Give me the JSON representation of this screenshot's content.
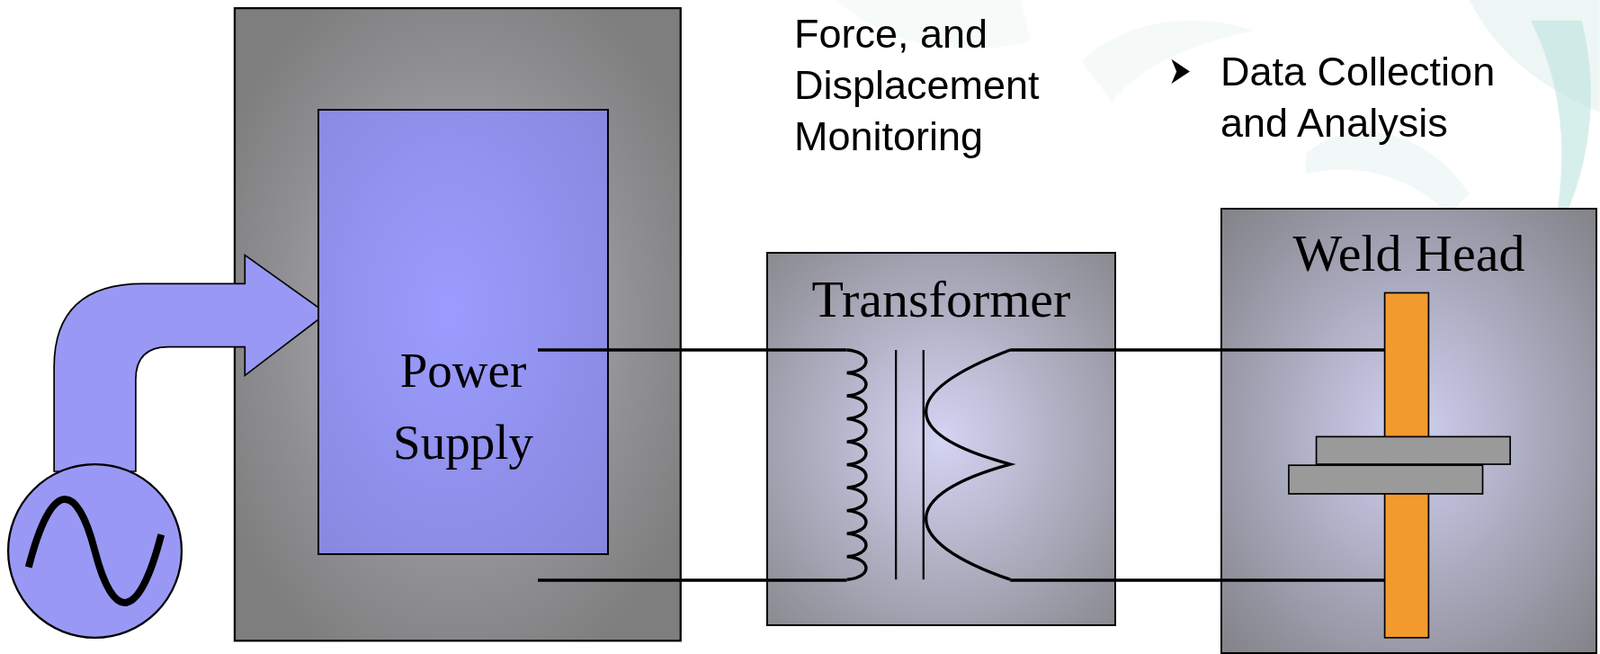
{
  "diagram": {
    "nodes": [
      {
        "text": [
          "Power Supply"
        ]
      },
      {
        "text": [
          "Transformer"
        ]
      },
      {
        "text": [
          "Weld Head"
        ]
      }
    ],
    "edges": [
      {
        "from": 0,
        "to": 1,
        "arrow": "none"
      },
      {
        "from": 0,
        "to": 1,
        "arrow": "none"
      },
      {
        "from": 1,
        "to": 2,
        "arrow": "none"
      },
      {
        "from": 1,
        "to": 2,
        "arrow": "none"
      }
    ],
    "labels": [
      "Force, and Displacement Monitoring",
      "Data Collection and Analysis"
    ]
  }
}
